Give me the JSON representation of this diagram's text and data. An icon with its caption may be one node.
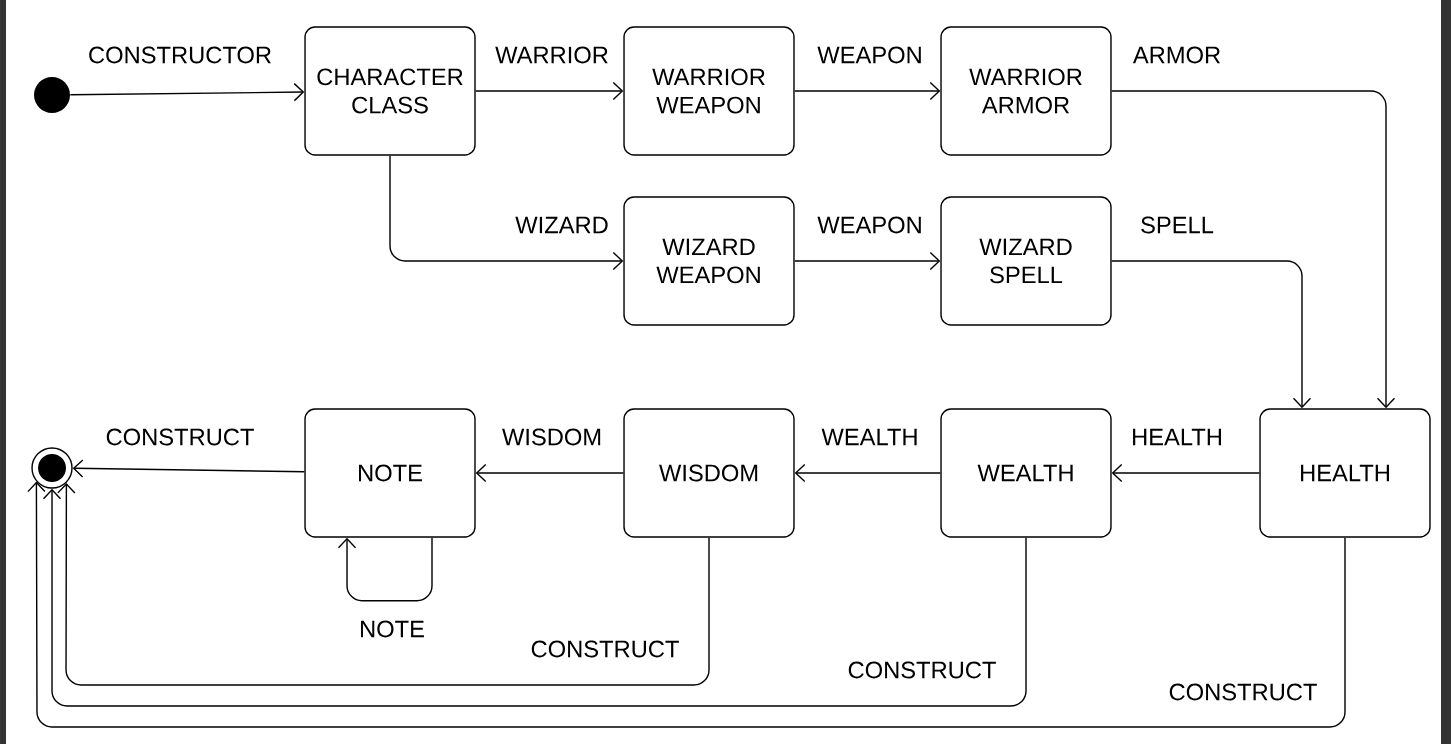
{
  "diagram": {
    "nodes": [
      {
        "text": [],
        "shape": "circle"
      },
      {
        "text": [
          "CHARACTER CLASS"
        ]
      },
      {
        "text": [
          "WARRIOR WEAPON"
        ]
      },
      {
        "text": [
          "WARRIOR ARMOR"
        ]
      },
      {
        "text": [
          "WIZARD WEAPON"
        ]
      },
      {
        "text": [
          "WIZARD SPELL"
        ]
      },
      {
        "text": [
          "HEALTH"
        ]
      },
      {
        "text": [
          "WEALTH"
        ]
      },
      {
        "text": [
          "WISDOM"
        ]
      },
      {
        "text": [
          "NOTE"
        ]
      },
      {
        "text": [],
        "shape": "circle"
      }
    ],
    "edges": [
      {
        "from": 0,
        "to": 1,
        "arrow": "to",
        "label": "CONSTRUCTOR"
      },
      {
        "from": 1,
        "to": 2,
        "arrow": "to",
        "label": "WARRIOR"
      },
      {
        "from": 2,
        "to": 3,
        "arrow": "to",
        "label": "WEAPON"
      },
      {
        "from": 1,
        "to": 4,
        "arrow": "to",
        "label": "WIZARD"
      },
      {
        "from": 4,
        "to": 5,
        "arrow": "to",
        "label": "WEAPON"
      },
      {
        "from": 3,
        "to": 6,
        "arrow": "to",
        "label": "ARMOR"
      },
      {
        "from": 5,
        "to": 6,
        "arrow": "to",
        "label": "SPELL"
      },
      {
        "from": 6,
        "to": 7,
        "arrow": "to",
        "label": "HEALTH"
      },
      {
        "from": 7,
        "to": 8,
        "arrow": "to",
        "label": "WEALTH"
      },
      {
        "from": 8,
        "to": 9,
        "arrow": "to",
        "label": "WISDOM"
      },
      {
        "from": 9,
        "to": 10,
        "arrow": "to",
        "label": "CONSTRUCT"
      },
      {
        "from": 9,
        "to": 9,
        "arrow": "to",
        "label": "NOTE"
      },
      {
        "from": 8,
        "to": 10,
        "arrow": "to",
        "label": "CONSTRUCT"
      },
      {
        "from": 7,
        "to": 10,
        "arrow": "to",
        "label": "CONSTRUCT"
      },
      {
        "from": 6,
        "to": 10,
        "arrow": "to",
        "label": "CONSTRUCT"
      }
    ]
  }
}
